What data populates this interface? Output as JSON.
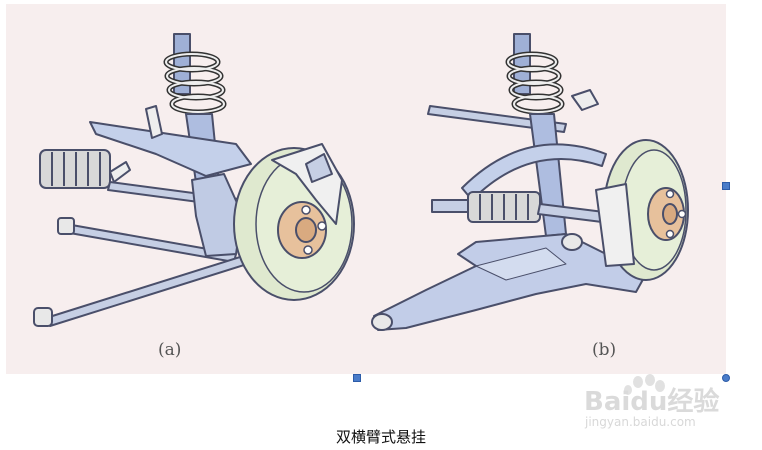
{
  "figure": {
    "label_a": "(a)",
    "label_b": "(b)"
  },
  "caption": "双横臂式悬挂",
  "watermark": {
    "brand": "Baidu经验",
    "url": "jingyan.baidu.com"
  },
  "colors": {
    "background": "#f7eeee",
    "arm_fill": "#b9c7e6",
    "arm_stroke": "#4a4f6a",
    "disc_fill": "#dfe9cf",
    "hub_fill": "#e7c19c",
    "handle": "#4a7cc9"
  }
}
